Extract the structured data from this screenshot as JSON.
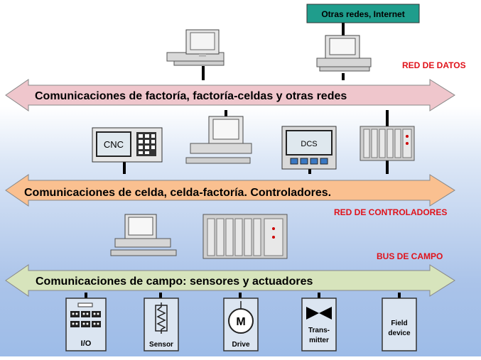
{
  "internet_box": {
    "label": "Otras redes, Internet",
    "color": "#1f9d8c"
  },
  "section_labels": {
    "red_datos": "RED DE DATOS",
    "red_controladores": "RED DE CONTROLADORES",
    "bus_campo": "BUS DE CAMPO",
    "color": "#e0121a"
  },
  "arrows": {
    "factoria": {
      "label": "Comunicaciones de factoría, factoría-celdas y otras redes",
      "fill": "#efc6cc"
    },
    "celda": {
      "label": "Comunicaciones de celda, celda-factoría. Controladores.",
      "fill": "#fac090"
    },
    "campo": {
      "label": "Comunicaciones de campo: sensores y actuadores",
      "fill": "#d7e4bc"
    }
  },
  "devices": {
    "cnc_label": "CNC",
    "dcs_label": "DCS"
  },
  "field_devices": [
    {
      "label": "I/O",
      "icon": "io-module-icon"
    },
    {
      "label": "Sensor",
      "icon": "sensor-coil-icon"
    },
    {
      "label": "Drive",
      "icon": "motor-icon"
    },
    {
      "label": "Trans-\nmitter",
      "label_line1": "Trans-",
      "label_line2": "mitter",
      "icon": "valve-icon"
    },
    {
      "label": "Field device",
      "label_line1": "Field",
      "label_line2": "device",
      "icon": "field-device-icon"
    }
  ]
}
